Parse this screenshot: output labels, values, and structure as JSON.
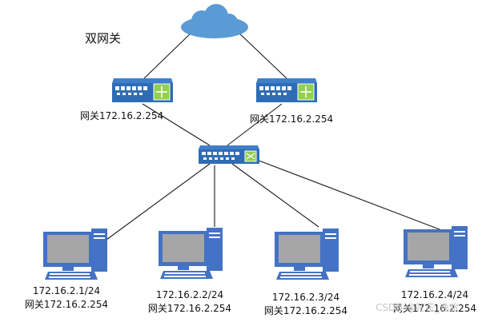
{
  "title": "双网关",
  "routers": [
    {
      "label": "网关172.16.2.254"
    },
    {
      "label": "网关172.16.2.254"
    }
  ],
  "pcs": [
    {
      "ip": "172.16.2.1/24",
      "gateway": "网关172.16.2.254"
    },
    {
      "ip": "172.16.2.2/24",
      "gateway": "网关172.16.2.254"
    },
    {
      "ip": "172.16.2.3/24",
      "gateway": "网关172.16.2.254"
    },
    {
      "ip": "172.16.2.4/24",
      "gateway": "网关172.16.2.254"
    }
  ],
  "watermark": "CSDN @花花_逸旅",
  "colors": {
    "cloud": "#5b9bd5",
    "device_body": "#3f7fc9",
    "device_accent": "#92d050",
    "monitor_frame": "#4472c4",
    "monitor_screen": "#a6a6a6",
    "wire": "#1a1a1a"
  }
}
